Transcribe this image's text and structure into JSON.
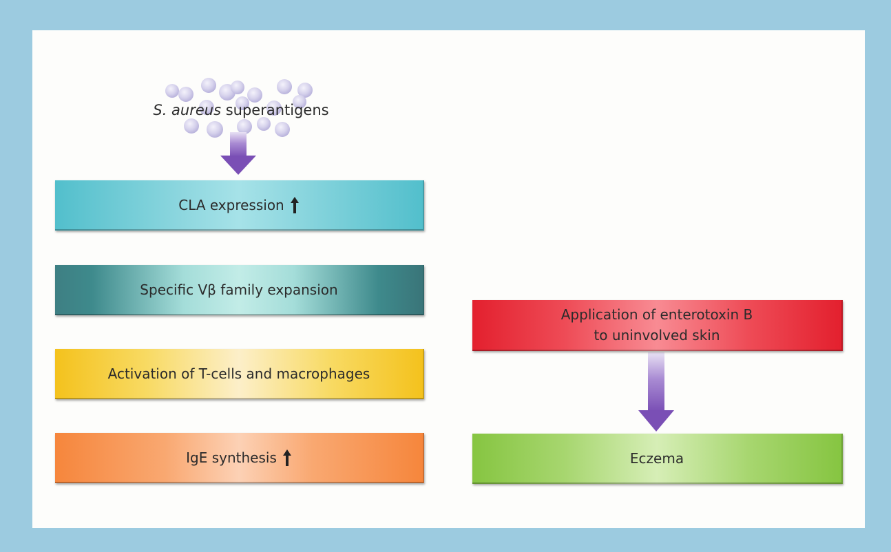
{
  "diagram": {
    "source": {
      "italic": "S. aureus",
      "rest": " superantigens"
    },
    "left_boxes": [
      {
        "label": "CLA expression",
        "has_up_arrow": true
      },
      {
        "label": "Specific Vβ family expansion",
        "has_up_arrow": false
      },
      {
        "label": "Activation of T-cells and macrophages",
        "has_up_arrow": false
      },
      {
        "label": "IgE synthesis",
        "has_up_arrow": true
      }
    ],
    "right_boxes": [
      {
        "line1": "Application of enterotoxin B",
        "line2": "to uninvolved skin"
      },
      {
        "label": "Eczema"
      }
    ],
    "colors": {
      "frame": "#9ccbe0",
      "arrow": "#7a4fb5",
      "cla": "#52bfcc",
      "vbeta": "#3e7f83",
      "activation": "#f4c21d",
      "ige": "#f6863c",
      "application": "#e3202e",
      "eczema": "#86c541"
    }
  }
}
